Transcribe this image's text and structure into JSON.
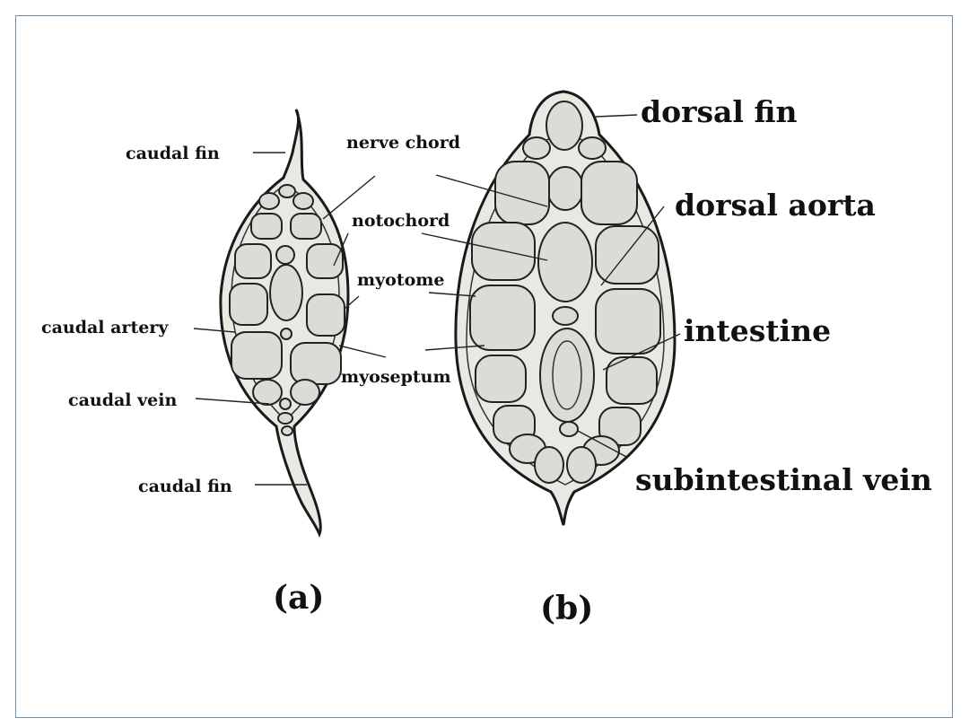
{
  "diagram_a": {
    "label": "(a)",
    "caudal_fin_top": "caudal fin",
    "nerve_chord": "nerve chord",
    "notochord": "notochord",
    "myotome": "myotome",
    "caudal_artery": "caudal artery",
    "myoseptum": "myoseptum",
    "caudal_vein": "caudal vein",
    "caudal_fin_bottom": "caudal fin"
  },
  "diagram_b": {
    "label": "(b)",
    "dorsal_fin": "dorsal fin",
    "dorsal_aorta": "dorsal aorta",
    "intestine": "intestine",
    "subintestinal_vein": "subintestinal vein"
  },
  "colors": {
    "frame_border": "#6f8fa8",
    "ink": "#111111",
    "tissue": "#dcdcd6"
  }
}
